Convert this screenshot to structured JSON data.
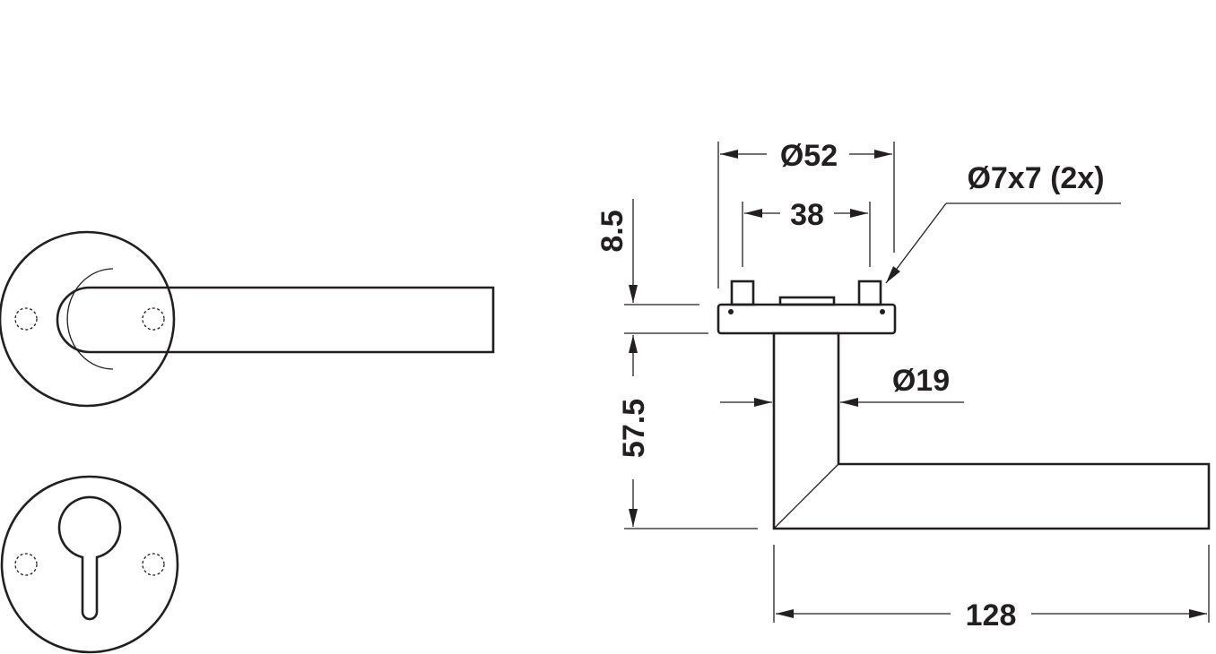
{
  "dimensions": {
    "rose_diameter": "Ø52",
    "fixing_distance": "38",
    "pin_size": "Ø7x7 (2x)",
    "rose_height": "8.5",
    "neck_diameter": "Ø19",
    "lever_height": "57.5",
    "lever_length": "128"
  },
  "colors": {
    "line": "#231f20",
    "background": "#ffffff"
  }
}
